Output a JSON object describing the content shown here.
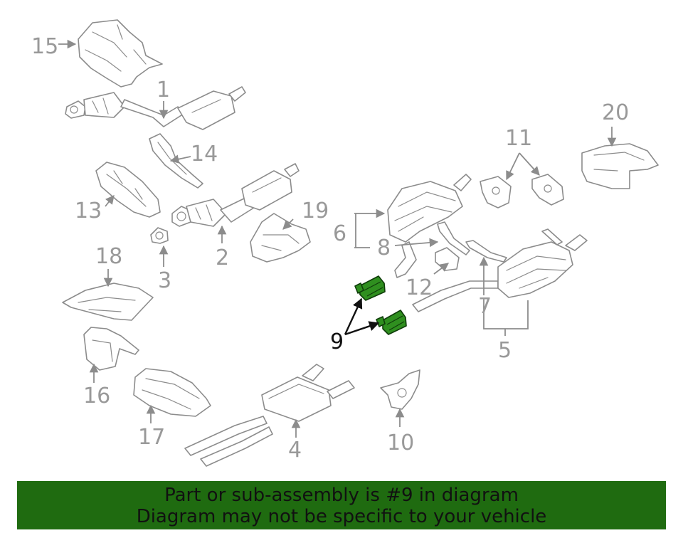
{
  "callouts": {
    "c1": "1",
    "c2": "2",
    "c3": "3",
    "c4": "4",
    "c5": "5",
    "c6": "6",
    "c7": "7",
    "c8": "8",
    "c9": "9",
    "c10": "10",
    "c11": "11",
    "c12": "12",
    "c13": "13",
    "c14": "14",
    "c15": "15",
    "c16": "16",
    "c17": "17",
    "c18": "18",
    "c19": "19",
    "c20": "20"
  },
  "highlighted_part": "9",
  "colors": {
    "line_art": "#8c8c8c",
    "highlight_fill": "#2f8f1f",
    "banner_background": "#1f6b10",
    "banner_text": "#111111"
  },
  "banner": {
    "line1": "Part or sub-assembly is #9 in diagram",
    "line2": "Diagram may not be specific to your vehicle"
  }
}
